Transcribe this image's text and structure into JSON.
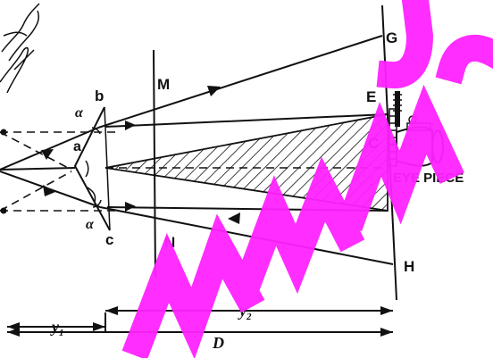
{
  "labels": {
    "screen_top": "M",
    "screen_bottom": "N",
    "prism_top": "b",
    "prism_bottom": "c",
    "prism_apex": "a",
    "angle_top": "α",
    "angle_bottom": "α",
    "point_g": "G",
    "point_e": "E",
    "point_c": "C",
    "point_h": "H",
    "eyepiece": "EYE PIECE"
  },
  "dimensions": {
    "y1_base": "y",
    "y1_sub": "1",
    "y2_base": "y",
    "y2_sub": "2",
    "d": "D"
  },
  "colors": {
    "ink": "#111111",
    "watermark": "#ff22ff"
  },
  "icons": [
    "eyepiece-icon",
    "micrometer-scale-icon",
    "signature-scribble"
  ]
}
